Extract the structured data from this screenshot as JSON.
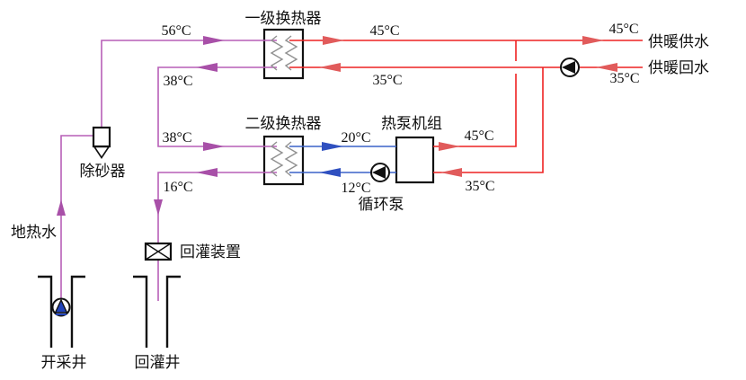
{
  "diagram": {
    "titles": {
      "hx1": "一级换热器",
      "hx2": "二级换热器",
      "heat_pump": "热泵机组",
      "circulation_pump": "循环泵",
      "sand_remover": "除砂器",
      "reinjection_device": "回灌装置",
      "production_well": "开采井",
      "reinjection_well": "回灌井"
    },
    "streams": {
      "geothermal_water": "地热水",
      "heating_supply": "供暖供水",
      "heating_return": "供暖回水"
    },
    "temps": {
      "geo_to_hx1": "56°C",
      "hx1_hot_out": "45°C",
      "supply_far": "45°C",
      "return_far": "35°C",
      "hx1_hot_in": "35°C",
      "hx1_geo_out": "38°C",
      "hx2_geo_in": "38°C",
      "hx2_geo_out": "16°C",
      "hx2_cold_out": "20°C",
      "hx2_cold_in": "12°C",
      "hp_hot_out": "45°C",
      "hp_hot_in": "35°C"
    },
    "colors": {
      "geothermal_line": "#b75fb7",
      "geothermal_arrow": "#a850a8",
      "heating_line": "#ee2222",
      "heating_arrow": "#e15b5b",
      "cold_line": "#3a62c8",
      "cold_arrow": "#2f50c0",
      "coil": "#909090",
      "well_pump_fill": "#2244bb",
      "ink": "#111111"
    }
  }
}
